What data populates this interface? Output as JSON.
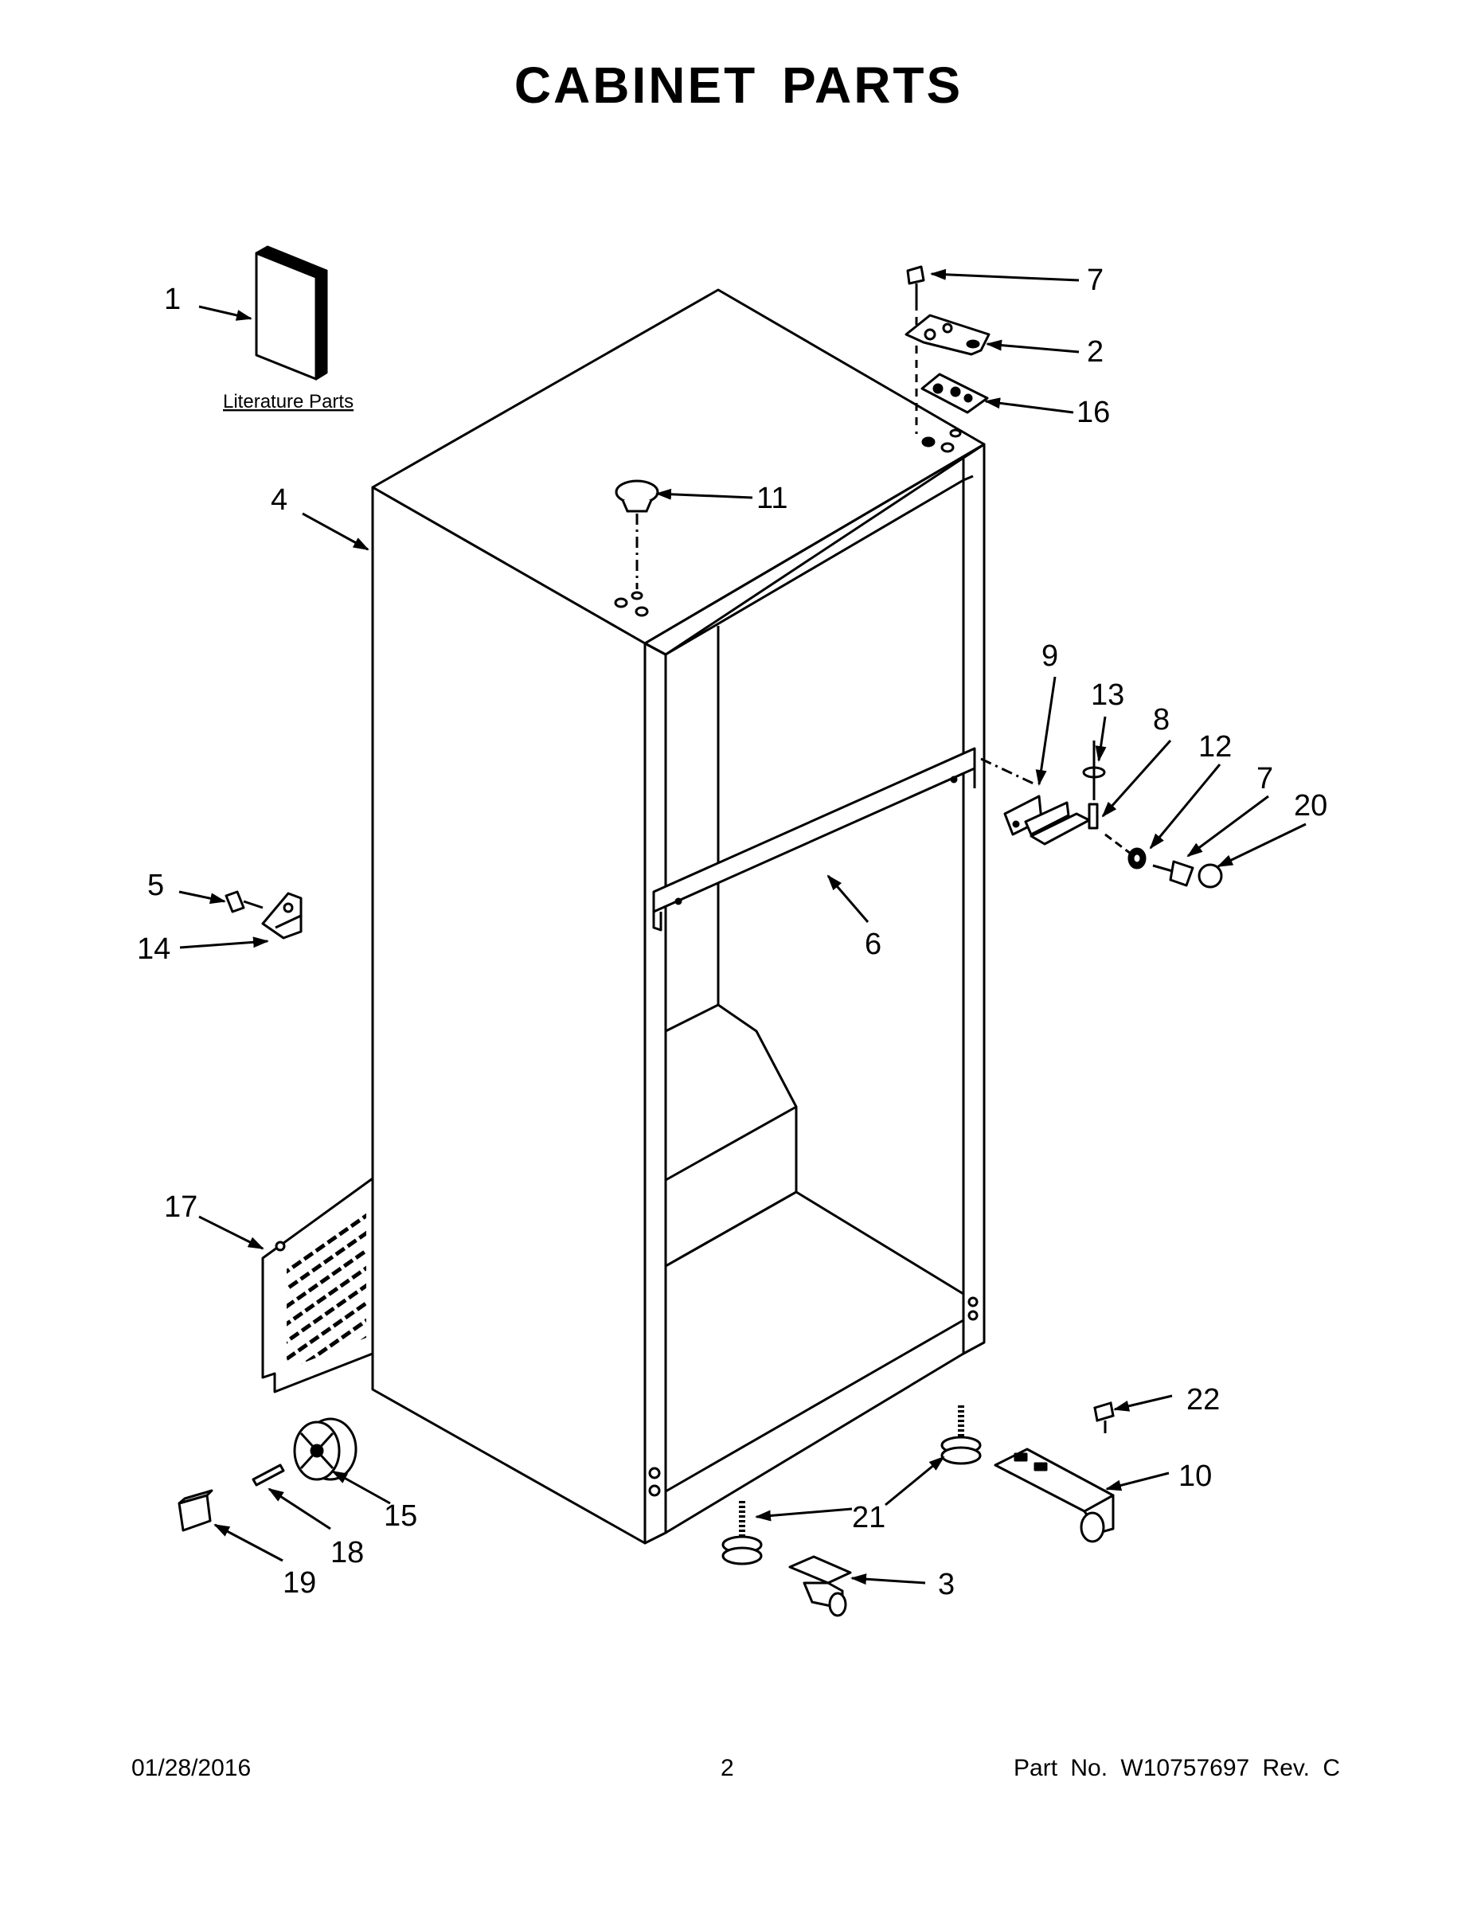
{
  "title": "CABINET PARTS",
  "literature_label": "Literature Parts",
  "callouts": {
    "c1": "1",
    "c2": "2",
    "c3": "3",
    "c4": "4",
    "c5": "5",
    "c6": "6",
    "c7a": "7",
    "c7b": "7",
    "c8": "8",
    "c9": "9",
    "c10": "10",
    "c11": "11",
    "c12": "12",
    "c13": "13",
    "c14": "14",
    "c15": "15",
    "c16": "16",
    "c17": "17",
    "c18": "18",
    "c19": "19",
    "c20": "20",
    "c21": "21",
    "c22": "22"
  },
  "footer": {
    "date": "01/28/2016",
    "page": "2",
    "part": "Part No.  W10757697  Rev.  C"
  }
}
